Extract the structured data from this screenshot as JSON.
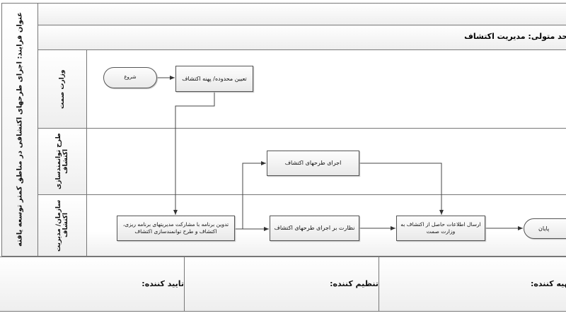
{
  "process_title": "عنوان فرایند: اجرای طرحهای اکتشافی در مناطق کمتر توسعه یافته",
  "responsible_unit": "واحد متولی: مدیریت اکتشاف",
  "lanes": [
    {
      "label": "وزارت صمت"
    },
    {
      "label": "طرح توانمندسازی اکتشاف"
    },
    {
      "label": "سازمان/ مدیریت اکتشاف"
    }
  ],
  "nodes": {
    "start": "شروع",
    "define_area": "تعیین محدوده/ پهنه اکتشاف",
    "execute_plans": "اجرای طرحهای اکتشاف",
    "compile_program": "تدوین برنامه با مشارکت مدیریتهای برنامه ریزی، اکتشاف و طرح توانمندسازی اکتشاف",
    "supervise": "نظارت بر اجرای طرحهای اکتشاف",
    "send_info": "ارسال اطلاعات حاصل از اکتشاف به وزارت صمت",
    "end": "پایان"
  },
  "signatures": {
    "approver": "تایید کننده:",
    "regulator": "تنظیم کننده:",
    "preparer": "تهیه کننده:"
  }
}
